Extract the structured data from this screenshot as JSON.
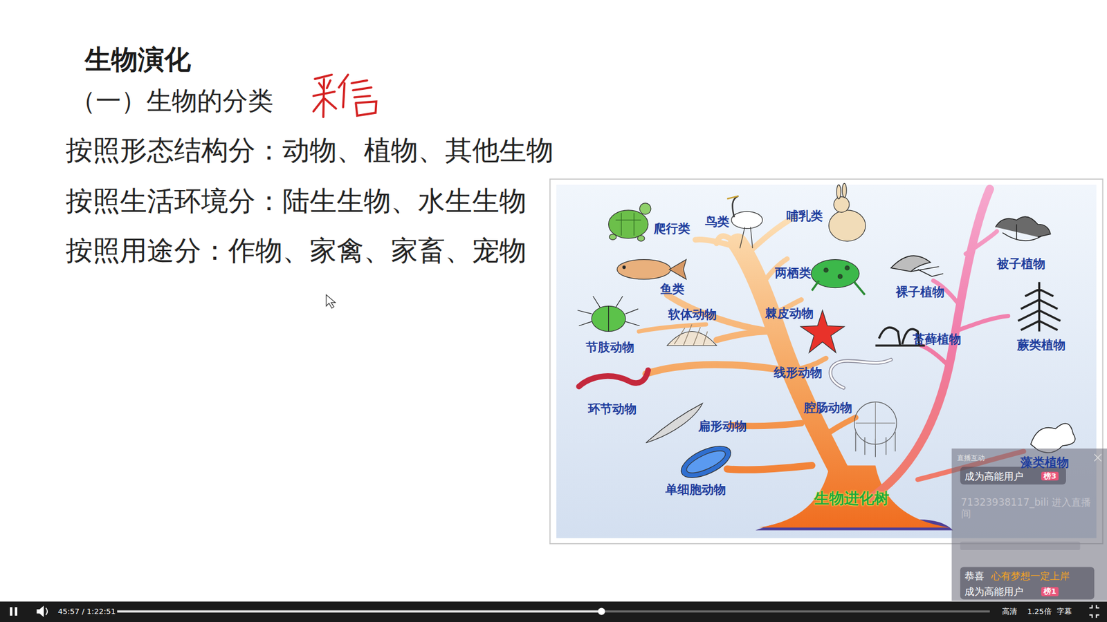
{
  "diagram": {
    "title": "生物演化",
    "labels": [
      "（一）生物的分类",
      "按照形态结构分：动物、植物、其他生物",
      "按照生活环境分：陆生生物、水生生物",
      "按照用途分：作物、家禽、家畜、宠物",
      "爬行类",
      "鸟类",
      "哺乳类",
      "两栖类",
      "鱼类",
      "软体动物",
      "棘皮动物",
      "节肢动物",
      "线形动物",
      "环节动物",
      "腔肠动物",
      "扁形动物",
      "单细胞动物",
      "生物进化树",
      "裸子植物",
      "被子植物",
      "苔藓植物",
      "蕨类植物",
      "藻类植物",
      "直播互动",
      "成为高能用户",
      "榜3",
      "71323938117_bili 进入直播间",
      "恭喜",
      "心有梦想一定上岸",
      "成为高能用户",
      "榜1",
      "45:57 / 1:22:51",
      "高清",
      "1.25倍",
      "字幕"
    ]
  }
}
